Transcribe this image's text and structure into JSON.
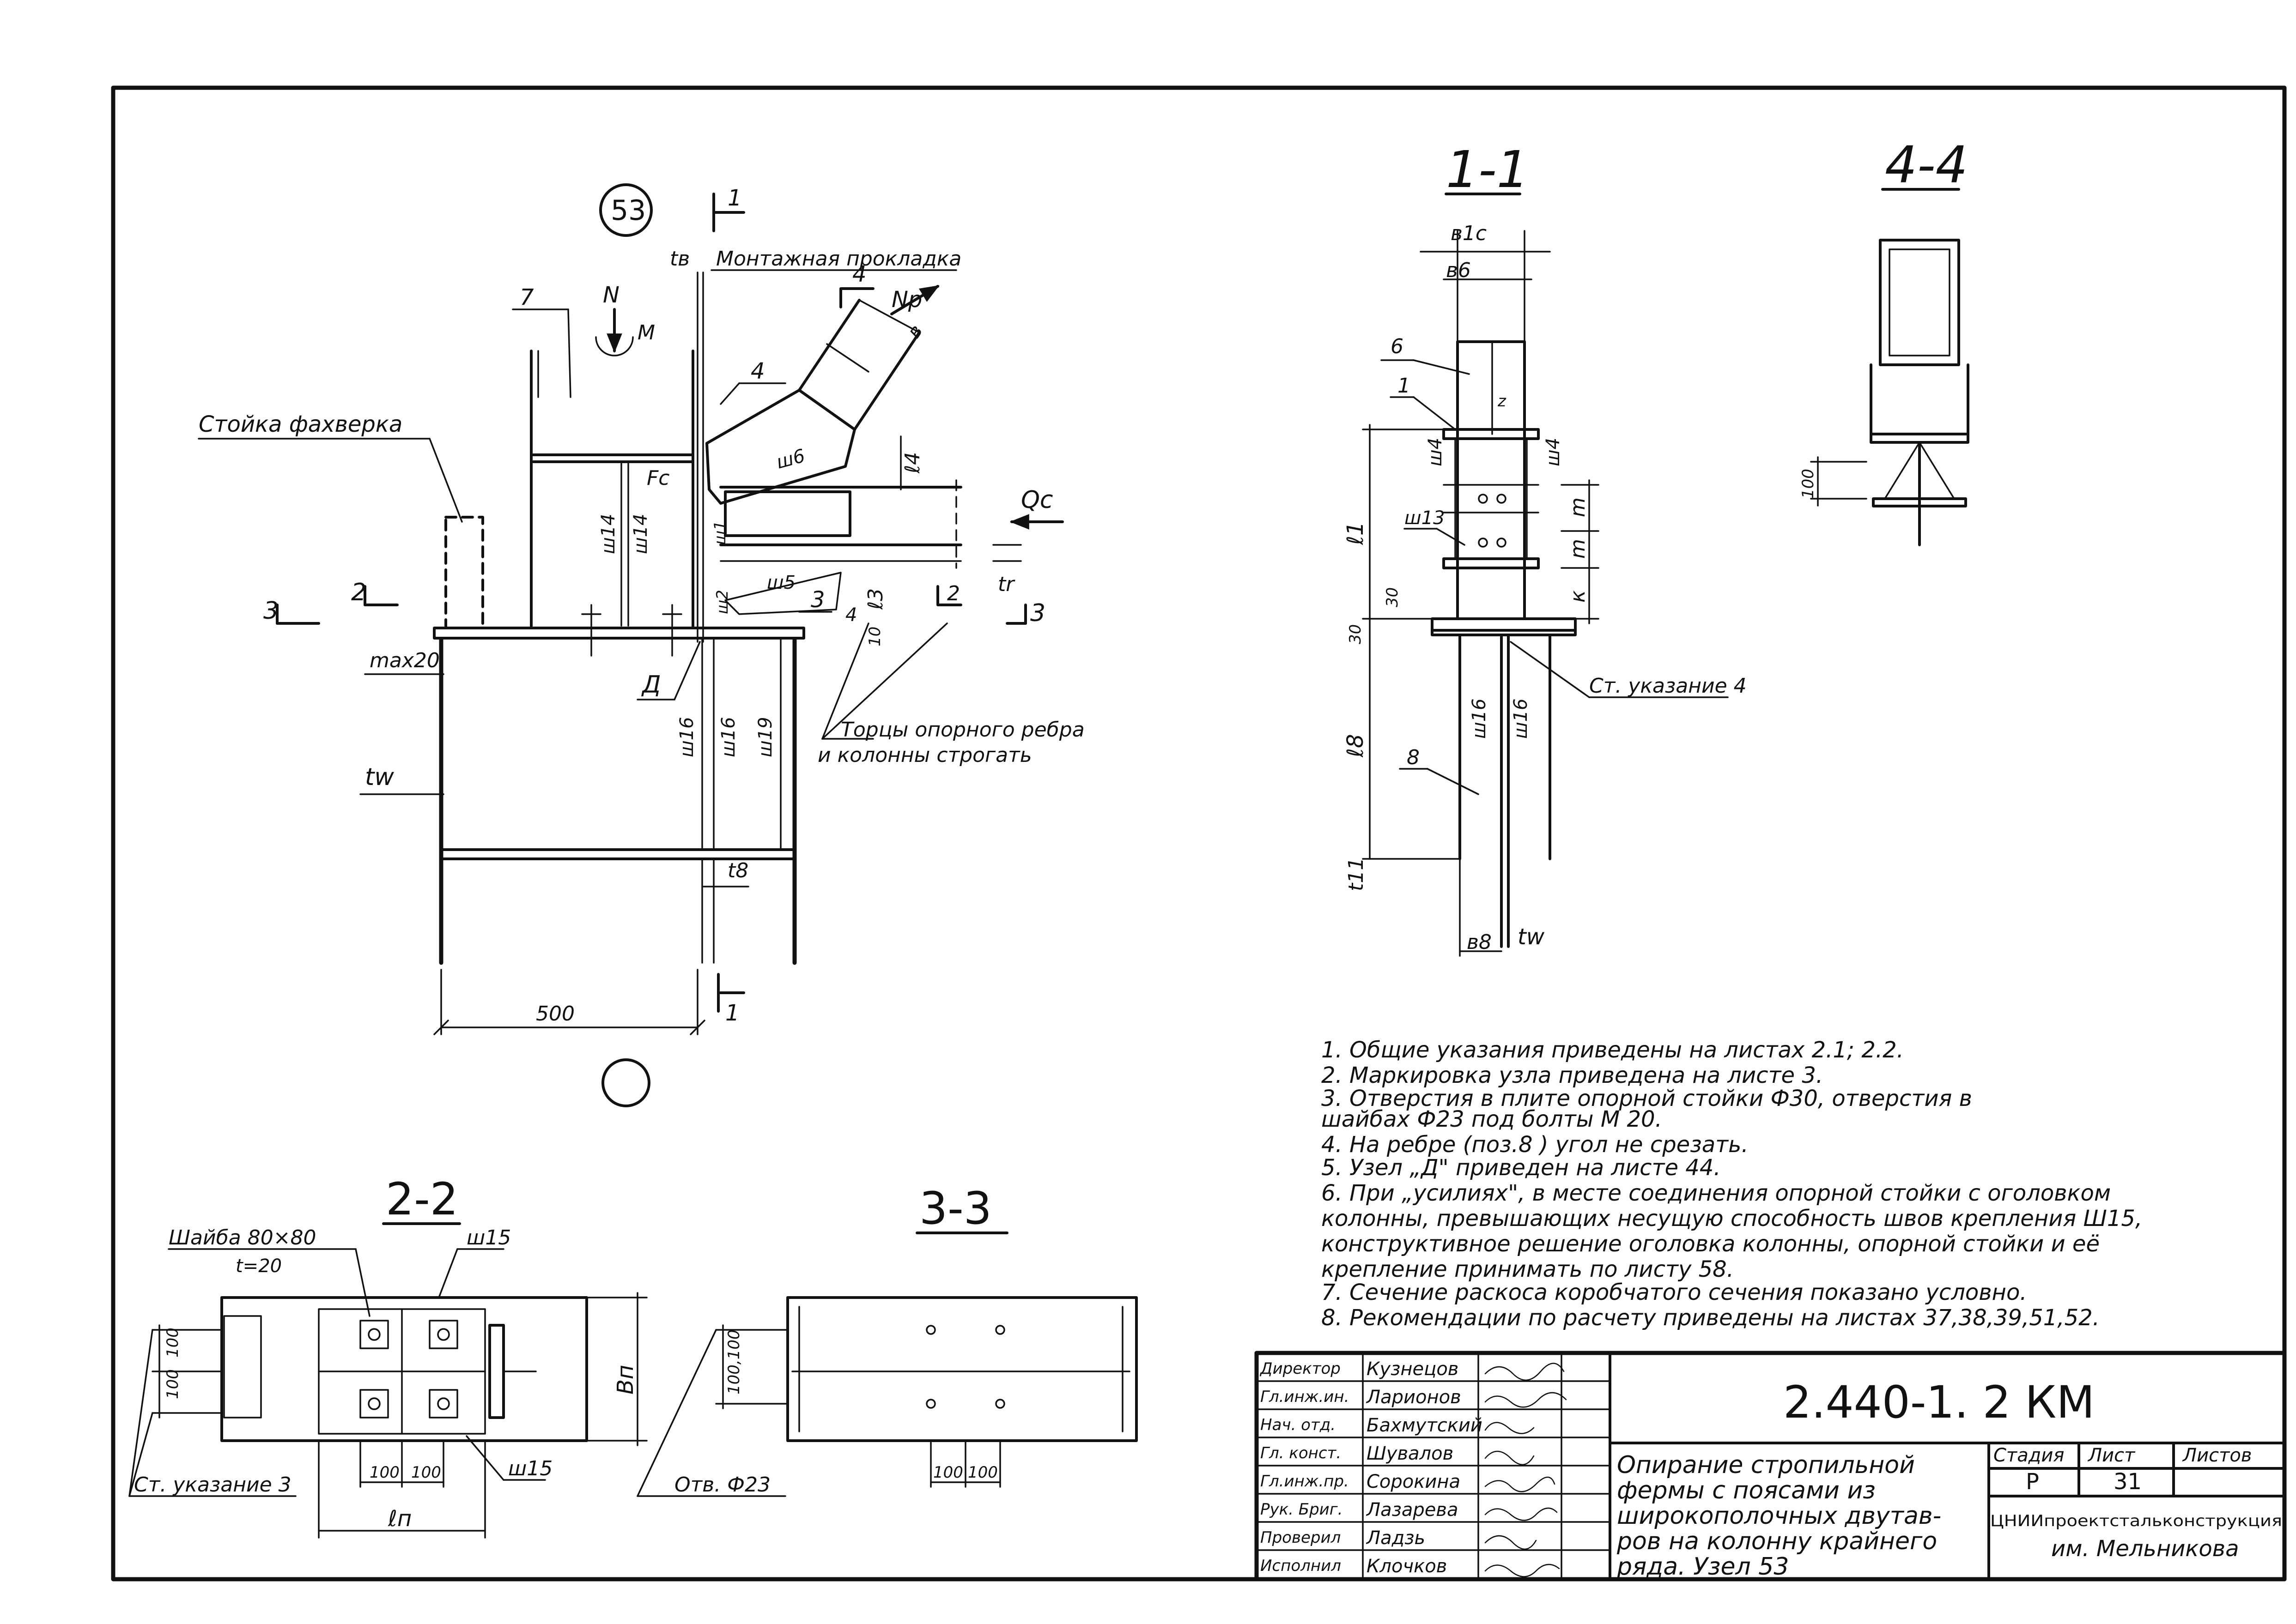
{
  "node_label": "53",
  "main_view": {
    "montage_pad": "Монтажная прокладка",
    "t_b": "tв",
    "section_1_top": "1",
    "section_1_bottom": "1",
    "section_2": "2",
    "section_3_left": "3",
    "section_3_right": "3",
    "mark_7": "7",
    "mark_4": "4",
    "mark_3": "3",
    "section_4": "4",
    "force_N": "N",
    "force_M": "M",
    "force_Np": "Nр",
    "force_b": "в",
    "force_Qc": "Qc",
    "force_Fc": "Fc",
    "l4": "ℓ4",
    "l3": "ℓ3",
    "t_r": "tr",
    "stoika": "Стойка фахверка",
    "max20": "max20",
    "tw": "tw",
    "t8": "t8",
    "D": "Д",
    "dim_500": "500",
    "dim_10": "10",
    "dim_4": "4",
    "torcy_1": "Торцы опорного ребра",
    "torcy_2": "и колонны строгать",
    "welds": [
      "ш14",
      "ш14",
      "ш1",
      "ш2",
      "ш5",
      "ш6",
      "ш16",
      "ш16",
      "ш19"
    ]
  },
  "section_11": {
    "title": "1-1",
    "b1c": "в1c",
    "b6": "в6",
    "mark_6": "6",
    "mark_1": "1",
    "mark_8": "8",
    "l1": "ℓ1",
    "l8": "ℓ8",
    "t11": "t11",
    "b8": "в8",
    "tw": "tw",
    "w4_l": "ш4",
    "w4_r": "ш4",
    "w13": "ш13",
    "w16_l": "ш16",
    "w16_r": "ш16",
    "z": "z",
    "m1": "m",
    "m2": "m",
    "k": "к",
    "dim_30a": "30",
    "dim_30b": "30",
    "ukaz4": "Ст. указание 4"
  },
  "section_44": {
    "title": "4-4",
    "dim_100": "100"
  },
  "section_22": {
    "title": "2-2",
    "shaiba_1": "Шайба 80×80",
    "shaiba_2": "t=20",
    "w15_top": "ш15",
    "w15_bot": "ш15",
    "dim_100_a": "100",
    "dim_100_b": "100",
    "dim_100_c": "100",
    "dim_100_d": "100",
    "Bp": "Вп",
    "lp": "ℓп",
    "ukaz3": "Ст. указание 3"
  },
  "section_33": {
    "title": "3-3",
    "dim_100_a": "100,100",
    "dim_100_b": "100",
    "dim_100_c": "100",
    "otv": "Отв. Ф23"
  },
  "notes": [
    "1. Общие указания приведены на листах 2.1; 2.2.",
    "2. Маркировка узла приведена на листе 3.",
    "3. Отверстия в плите опорной стойки Ф30, отверстия в",
    "шайбах Ф23 под болты М 20.",
    "4. На ребре (поз.8 ) угол не срезать.",
    "5. Узел „Д\" приведен на листе 44.",
    "6. При „усилиях\", в месте соединения опорной стойки с оголовком",
    "колонны, превышающих несущую способность швов крепления Ш15,",
    "конструктивное решение оголовка колонны, опорной стойки и её",
    "крепление принимать по листу 58.",
    "7. Сечение раскоса коробчатого сечения показано условно.",
    "8. Рекомендации по расчету приведены на листах 37,38,39,51,52."
  ],
  "title_block": {
    "code": "2.440-1. 2 КМ",
    "title_lines": [
      "Опирание стропильной",
      "фермы с поясами из",
      "широкополочных двутав-",
      "ров на колонну крайнего",
      "ряда. Узел 53"
    ],
    "stadia_label": "Стадия",
    "list_label": "Лист",
    "listov_label": "Листов",
    "stadia": "Р",
    "list": "31",
    "listov": "",
    "org_1": "ЦНИИпроектстальконструкция",
    "org_2": "им. Мельникова",
    "staff": [
      {
        "role": "Директор",
        "name": "Кузнецов"
      },
      {
        "role": "Гл.инж.ин.",
        "name": "Ларионов"
      },
      {
        "role": "Нач. отд.",
        "name": "Бахмутский"
      },
      {
        "role": "Гл. конст.",
        "name": "Шувалов"
      },
      {
        "role": "Гл.инж.пр.",
        "name": "Сорокина"
      },
      {
        "role": "Рук. Бриг.",
        "name": "Лазарева"
      },
      {
        "role": "Проверил",
        "name": "Ладзь"
      },
      {
        "role": "Исполнил",
        "name": "Клочков"
      }
    ]
  }
}
